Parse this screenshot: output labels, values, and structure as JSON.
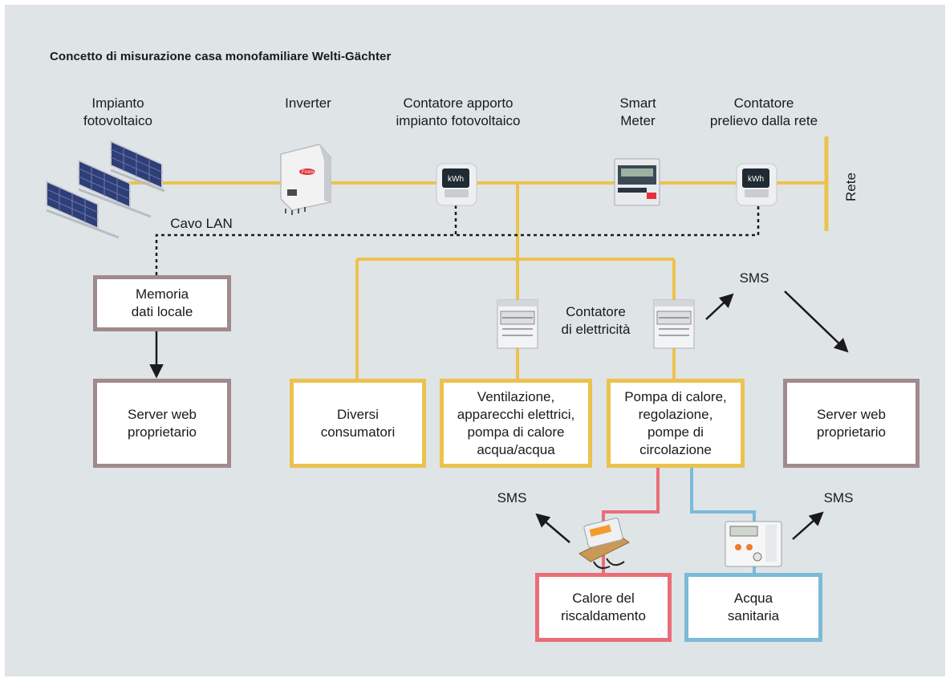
{
  "title": "Concetto di misurazione casa monofamiliare Welti-Gächter",
  "labels": {
    "pv_plant": "Impianto\nfotovoltaico",
    "inverter": "Inverter",
    "pv_meter": "Contatore apporto\nimpianto fotovoltaico",
    "smart_meter": "Smart\nMeter",
    "grid_meter": "Contatore\nprelievo dalla rete",
    "grid": "Rete",
    "lan_cable": "Cavo LAN",
    "electricity_meter": "Contatore\ndi elettricità",
    "sms": "SMS",
    "kwh": "kWh",
    "inverter_brand": "Fronius"
  },
  "boxes": {
    "local_storage": "Memoria\ndati locale",
    "web_server_left": "Server web\nproprietario",
    "various_consumers": "Diversi\nconsumatori",
    "ventilation": "Ventilazione,\napparecchi elettrici,\npompa di calore\nacqua/acqua",
    "heat_pump": "Pompa di calore,\nregolazione,\npompe di\ncircolazione",
    "web_server_right": "Server web\nproprietario",
    "heating": "Calore del\nriscaldamento",
    "hot_water": "Acqua\nsanitaria"
  },
  "colors": {
    "background": "#dfe4e7",
    "power_line": "#ecc24e",
    "heating_line": "#e96e7a",
    "water_line": "#7cbad8",
    "server_border": "#a08a8c",
    "data_line": "#1a1a1a"
  }
}
